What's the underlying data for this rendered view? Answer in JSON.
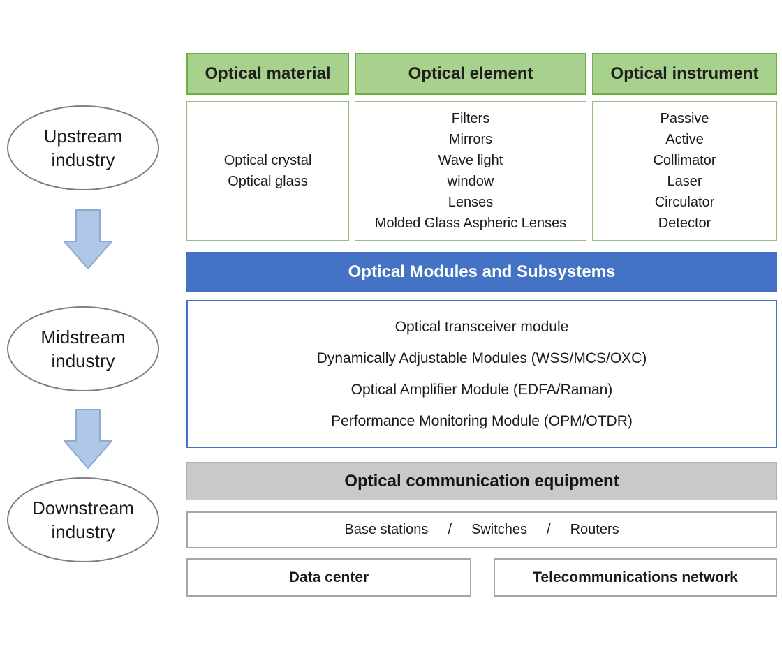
{
  "colors": {
    "green_fill": "#a9d18e",
    "green_border": "#70ad47",
    "content_border": "#94bd7f",
    "blue_bar": "#4472c4",
    "blue_border": "#4472c4",
    "gray_bar": "#c9c9c9",
    "gray_border": "#b0b0b0",
    "box_border": "#a6a6a6",
    "ellipse_border": "#7f7f7f",
    "arrow_fill": "#aec6e8",
    "arrow_border": "#8caad0"
  },
  "stages": [
    {
      "label": "Upstream\nindustry"
    },
    {
      "label": "Midstream\nindustry"
    },
    {
      "label": "Downstream\nindustry"
    }
  ],
  "upstream": {
    "columns": [
      {
        "header": "Optical material",
        "items": [
          "Optical crystal",
          "Optical glass"
        ]
      },
      {
        "header": "Optical element",
        "items": [
          "Filters",
          "Mirrors",
          "Wave light",
          "window",
          "Lenses",
          "Molded Glass Aspheric Lenses"
        ]
      },
      {
        "header": "Optical instrument",
        "items": [
          "Passive",
          "Active",
          "Collimator",
          "Laser",
          "Circulator",
          "Detector"
        ]
      }
    ]
  },
  "midstream": {
    "banner": "Optical Modules and Subsystems",
    "items": [
      "Optical transceiver module",
      "Dynamically Adjustable Modules (WSS/MCS/OXC)",
      "Optical Amplifier Module (EDFA/Raman)",
      "Performance Monitoring Module (OPM/OTDR)"
    ]
  },
  "downstream": {
    "banner": "Optical communication equipment",
    "equipment": [
      "Base stations",
      "Switches",
      "Routers"
    ],
    "separator": "/",
    "boxes": [
      "Data center",
      "Telecommunications network"
    ]
  }
}
